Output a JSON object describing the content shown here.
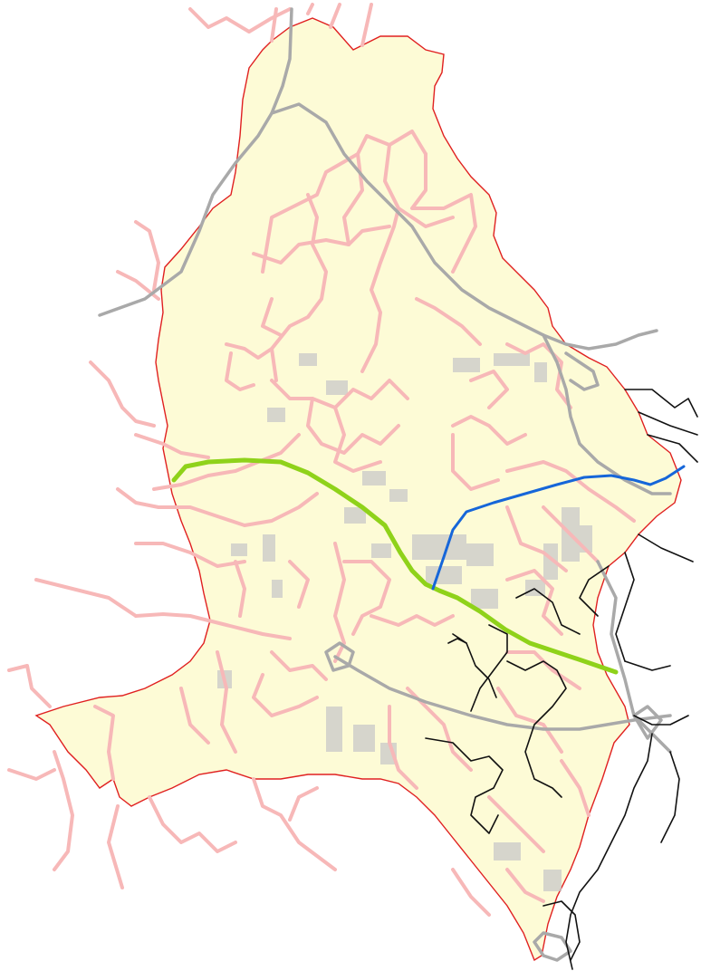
{
  "map": {
    "colors": {
      "background": "#ffffff",
      "boundary_fill": "#fdfbd6",
      "boundary_stroke": "#e02020",
      "local_roads": "#f7b8b8",
      "major_roads": "#a9a9a9",
      "building_blocks": "#c8c8c8",
      "external_network": "#111111",
      "route_green": "#8fd21a",
      "route_blue": "#1666d9"
    },
    "layers": [
      "district-boundary",
      "building-blocks",
      "local-road-network",
      "major-roads",
      "external-road-network",
      "green-route",
      "blue-route"
    ]
  }
}
